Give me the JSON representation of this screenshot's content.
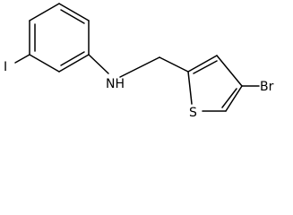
{
  "molecule": {
    "atoms": {
      "iodine": "I",
      "amine": "NH",
      "sulfur": "S",
      "bromine": "Br"
    },
    "colors": {
      "bond": "#000000",
      "label": "#000000",
      "background": "#ffffff"
    }
  }
}
